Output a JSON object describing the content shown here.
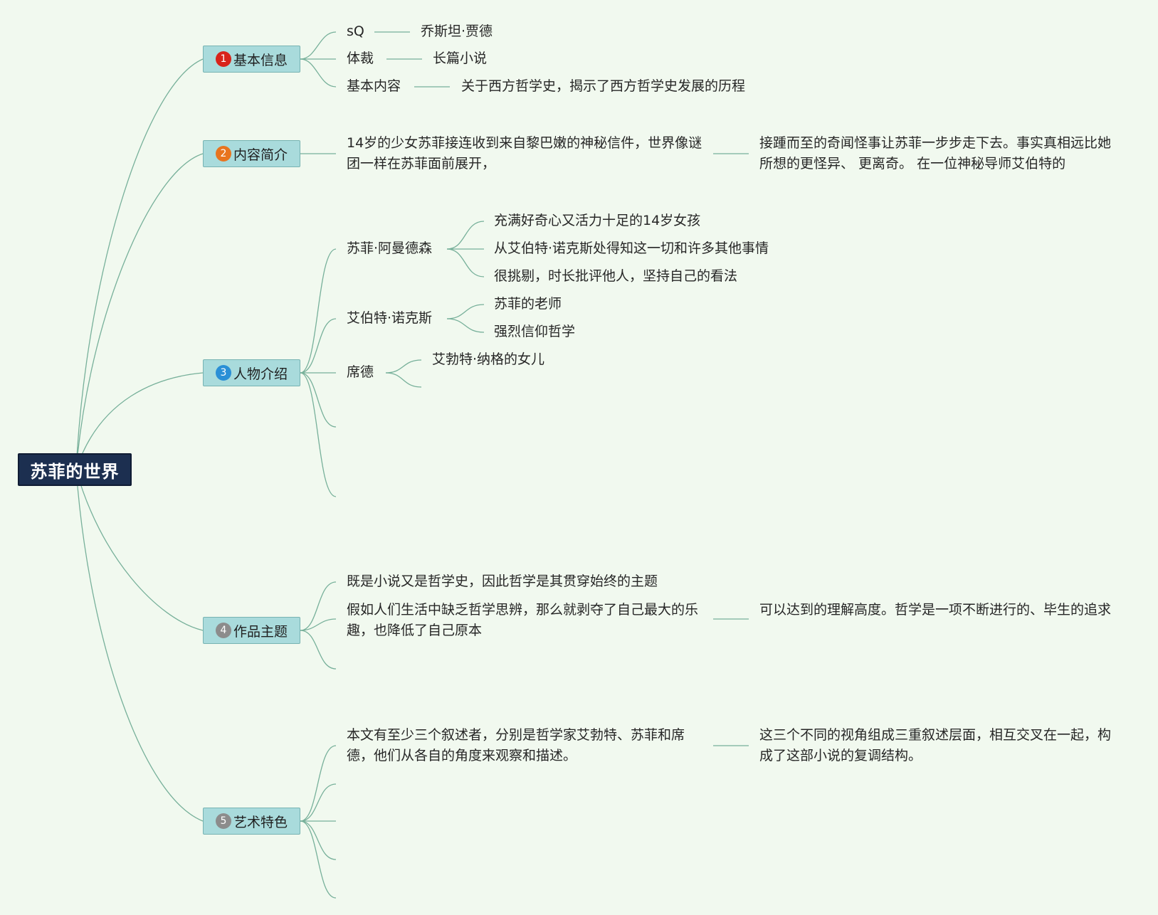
{
  "root": {
    "label": "苏菲的世界"
  },
  "branches": [
    {
      "number": "1",
      "badge_color": "#d8231b",
      "label": "基本信息",
      "items": [
        {
          "key": "sQ",
          "value": "乔斯坦·贾德"
        },
        {
          "key": "体裁",
          "value": "长篇小说"
        },
        {
          "key": "基本内容",
          "value": "关于西方哲学史，揭示了西方哲学史发展的历程"
        }
      ]
    },
    {
      "number": "2",
      "badge_color": "#e8741f",
      "label": "内容简介",
      "items": [
        {
          "text": "14岁的少女苏菲接连收到来自黎巴嫩的神秘信件，世界像谜团一样在苏菲面前展开，",
          "continuation": "接踵而至的奇闻怪事让苏菲一步步走下去。事实真相远比她所想的更怪异、 更离奇。 在一位神秘导师艾伯特的"
        }
      ]
    },
    {
      "number": "3",
      "badge_color": "#2a8fd6",
      "label": "人物介绍",
      "characters": [
        {
          "name": "苏菲·阿曼德森",
          "traits": [
            "充满好奇心又活力十足的14岁女孩",
            "从艾伯特·诺克斯处得知这一切和许多其他事情",
            "很挑剔，时长批评他人，坚持自己的看法"
          ]
        },
        {
          "name": "艾伯特·诺克斯",
          "traits": [
            "苏菲的老师",
            "强烈信仰哲学"
          ]
        },
        {
          "name": "席德",
          "traits": [
            "艾勃特·纳格的女儿"
          ]
        }
      ]
    },
    {
      "number": "4",
      "badge_color": "#8c8c8c",
      "label": "作品主题",
      "items": [
        {
          "text": "既是小说又是哲学史，因此哲学是其贯穿始终的主题"
        },
        {
          "text": "假如人们生活中缺乏哲学思辨，那么就剥夺了自己最大的乐趣，也降低了自己原本",
          "continuation": "可以达到的理解高度。哲学是一项不断进行的、毕生的追求"
        }
      ]
    },
    {
      "number": "5",
      "badge_color": "#8c8c8c",
      "label": "艺术特色",
      "items": [
        {
          "text": "本文有至少三个叙述者，分别是哲学家艾勃特、苏菲和席德，他们从各自的角度来观察和描述。",
          "continuation": "这三个不同的视角组成三重叙述层面，相互交叉在一起，构成了这部小说的复调结构。"
        }
      ]
    }
  ]
}
